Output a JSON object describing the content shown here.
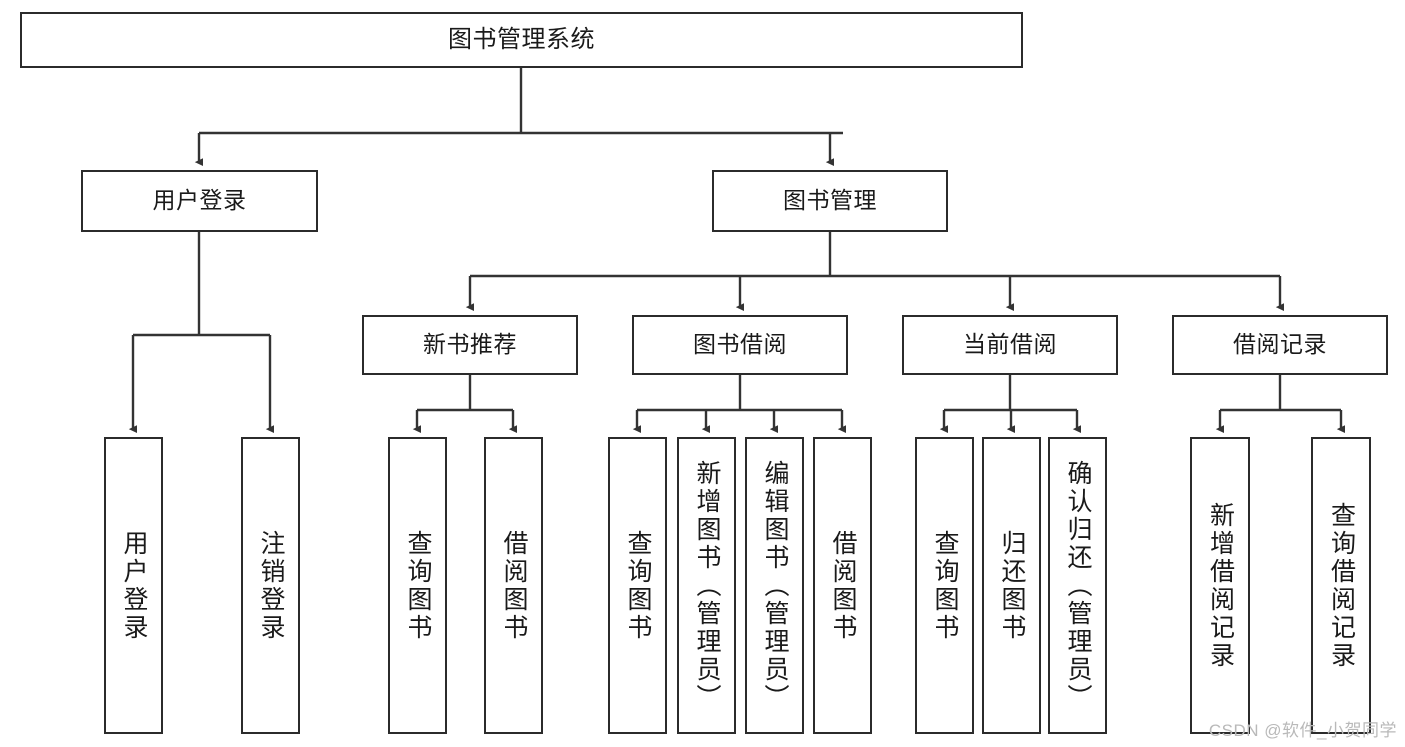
{
  "diagram": {
    "title": "图书管理系统",
    "type": "hierarchy-tree",
    "watermark": "CSDN @软件_小贺同学",
    "colors": {
      "background": "#ffffff",
      "border": "#2b2b2b",
      "text": "#1a1a1a",
      "edge": "#333333",
      "watermark": "#b9b9b9"
    },
    "nodes": {
      "root": {
        "label": "图书管理系统"
      },
      "level2": [
        {
          "label": "用户登录"
        },
        {
          "label": "图书管理"
        }
      ],
      "level3": [
        {
          "label": "新书推荐"
        },
        {
          "label": "图书借阅"
        },
        {
          "label": "当前借阅"
        },
        {
          "label": "借阅记录"
        }
      ],
      "leaves": {
        "user_login": [
          {
            "label": "用户登录"
          },
          {
            "label": "注销登录"
          }
        ],
        "new_book_recommend": [
          {
            "label": "查询图书"
          },
          {
            "label": "借阅图书"
          }
        ],
        "book_borrow": [
          {
            "label": "查询图书"
          },
          {
            "label": "新增图书（管理员）"
          },
          {
            "label": "编辑图书（管理员）"
          },
          {
            "label": "借阅图书"
          }
        ],
        "current_borrow": [
          {
            "label": "查询图书"
          },
          {
            "label": "归还图书"
          },
          {
            "label": "确认归还（管理员）"
          }
        ],
        "borrow_record": [
          {
            "label": "新增借阅记录"
          },
          {
            "label": "查询借阅记录"
          }
        ]
      }
    }
  }
}
